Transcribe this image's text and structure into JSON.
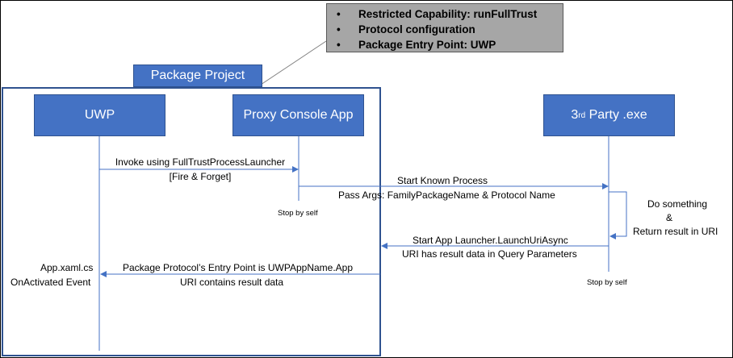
{
  "note": {
    "items": [
      "Restricted Capability: runFullTrust",
      "Protocol configuration",
      "Package Entry Point: UWP"
    ]
  },
  "package_label": "Package Project",
  "lifelines": {
    "uwp": "UWP",
    "proxy": "Proxy Console App",
    "third_party_prefix": "3",
    "third_party_sup": "rd",
    "third_party_suffix": " Party .exe"
  },
  "messages": {
    "invoke_line1": "Invoke using FullTrustProcessLauncher",
    "invoke_line2": "[Fire & Forget]",
    "start_line1": "Start Known Process",
    "start_line2": "Pass Args:  FamilyPackageName & Protocol Name",
    "self_line1": "Do something",
    "self_line2": "&",
    "self_line3": "Return result in URI",
    "launch_line1": "Start App Launcher.LaunchUriAsync",
    "launch_line2": "URI has result data in Query Parameters",
    "entry_line1": "Package Protocol’s Entry Point is UWPAppName.App",
    "entry_line2": "URI contains result data",
    "proxy_stop": "Stop by self",
    "third_stop": "Stop by self",
    "uwp_handler_line1": "App.xaml.cs",
    "uwp_handler_line2": "OnActivated Event"
  },
  "colors": {
    "box_fill": "#4472C4",
    "line": "#4472C4",
    "note_fill": "#A6A6A6"
  }
}
